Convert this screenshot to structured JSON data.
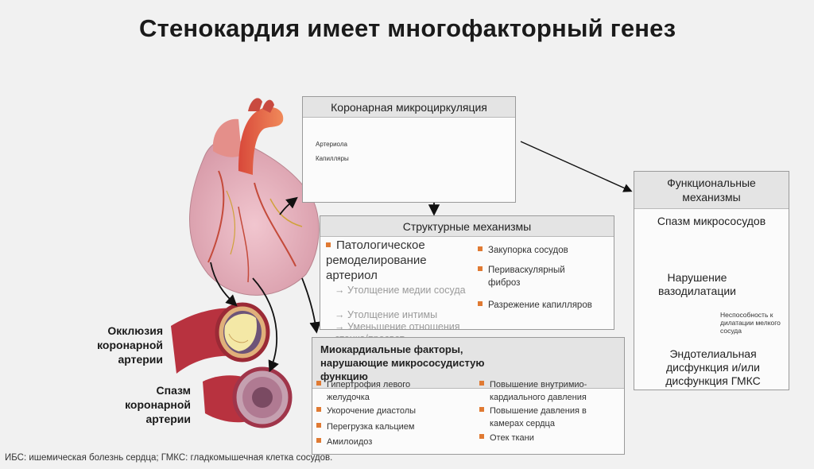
{
  "title": "Стенокардия имеет многофакторный генез",
  "micro": {
    "title": "Коронарная микроциркуляция",
    "arteriole": "Артериола",
    "capillaries": "Капилляры"
  },
  "structural": {
    "title": "Структурные механизмы",
    "main_item": "Патологическое ремоделирование артериол",
    "sub_items": [
      "Утолщение медии сосуда",
      "Утолщение интимы",
      "Уменьшение отношения стенка/просвет"
    ],
    "right_items": [
      "Закупорка сосудов",
      "Периваскулярный фиброз",
      "Разрежение капилляров"
    ]
  },
  "myocardial": {
    "title": "Миокардиальные факторы, нарушающие микрососудистую функцию",
    "left_items": [
      "Гипертрофия левого желудочка",
      "Укорочение диастолы",
      "Перегрузка кальцием",
      "Амилоидоз"
    ],
    "right_items": [
      "Повышение внутримио-кардиального давления",
      "Повышение давления в камерах сердца",
      "Отек ткани"
    ]
  },
  "functional": {
    "title": "Функциональные механизмы",
    "spasm": "Спазм микрососудов",
    "vasodilation": "Нарушение вазодилатации",
    "inability_note": "Неспособность к дилатации мелкого сосуда",
    "endothelial": "Эндотелиальная дисфункция и/или дисфункция ГМКС"
  },
  "labels": {
    "occlusion": "Окклюзия коронарной артерии",
    "spasm": "Спазм коронарной артерии"
  },
  "footnote": "ИБС: ишемическая болезнь сердца; ГМКС: гладкомышечная клетка сосудов."
}
